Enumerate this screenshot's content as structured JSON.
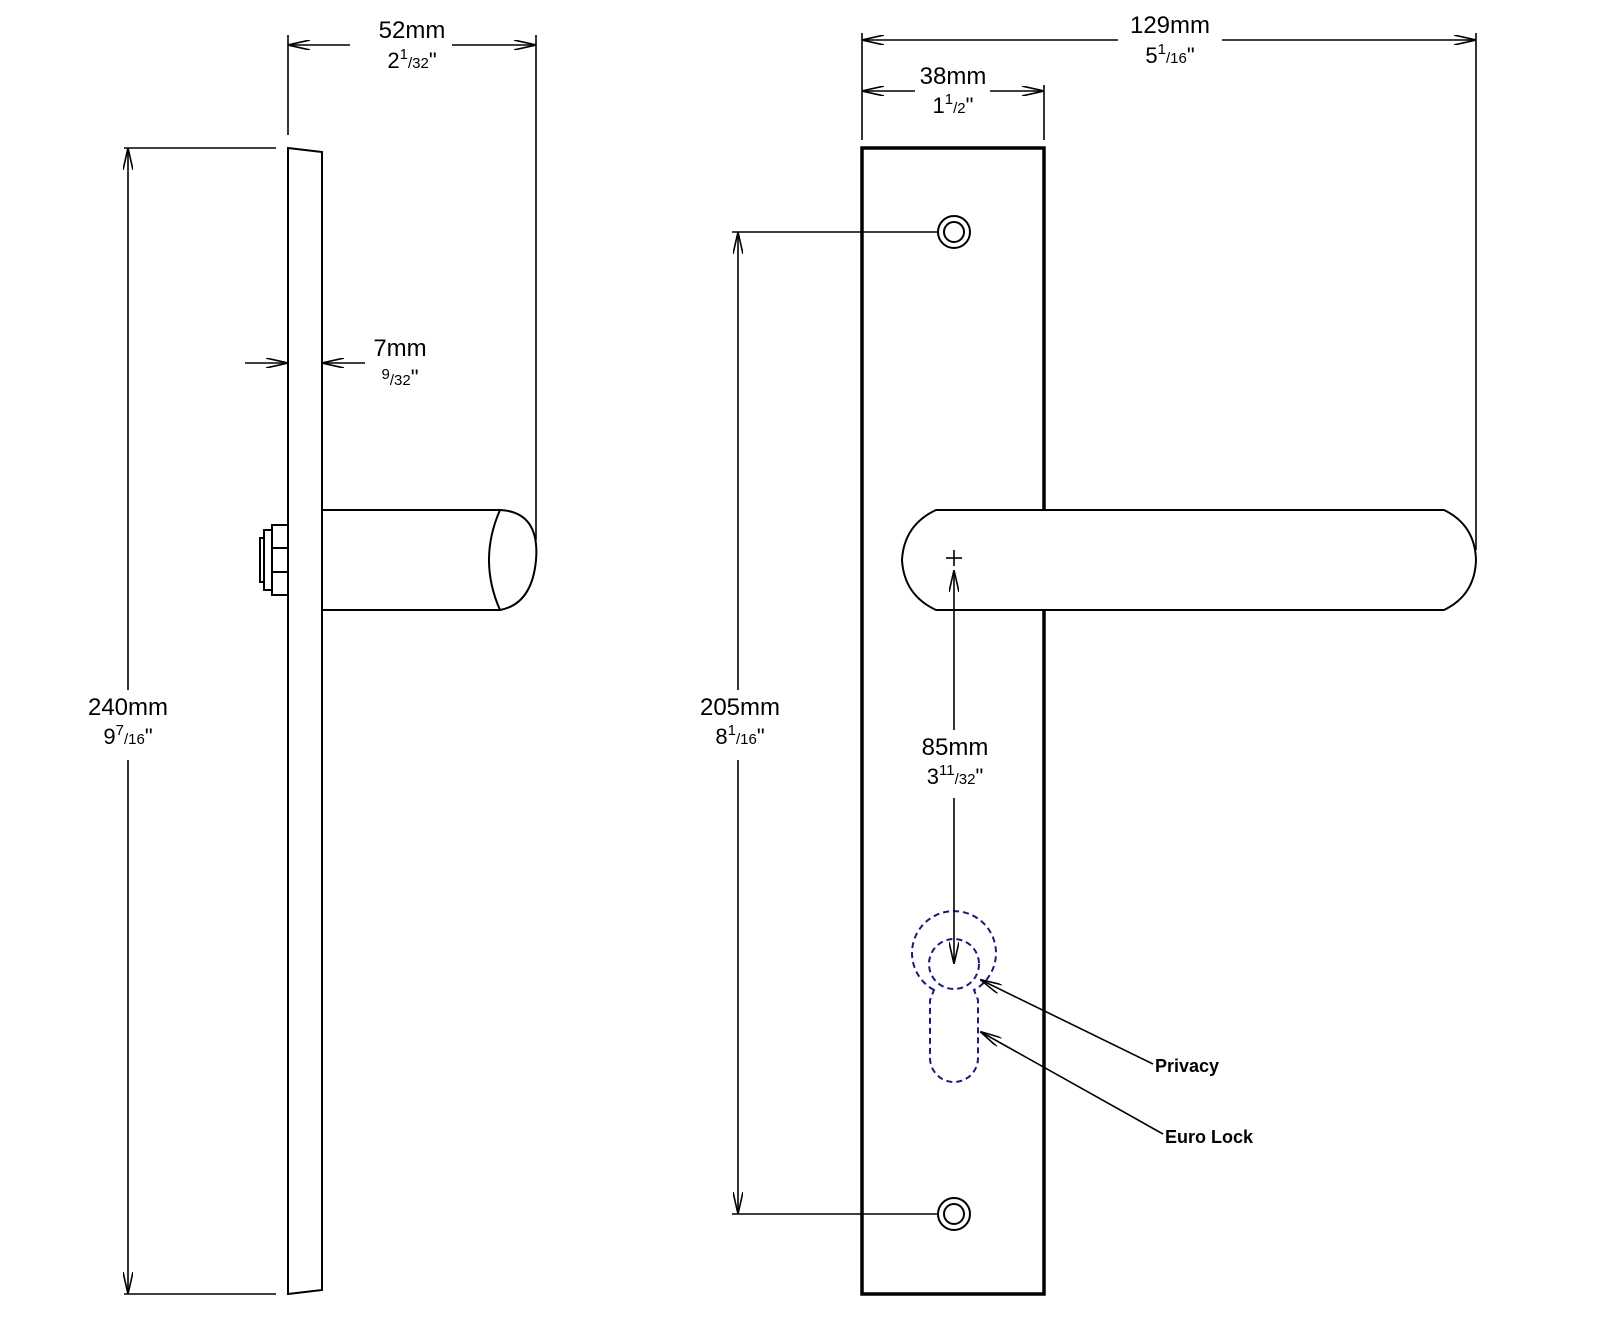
{
  "dimensions": {
    "side_width": {
      "mm": "52mm",
      "inch_whole": "2",
      "inch_num": "1",
      "inch_den": "32"
    },
    "thickness": {
      "mm": "7mm",
      "inch_whole": "",
      "inch_num": "9",
      "inch_den": "32"
    },
    "height": {
      "mm": "240mm",
      "inch_whole": "9",
      "inch_num": "7",
      "inch_den": "16"
    },
    "total_width": {
      "mm": "129mm",
      "inch_whole": "5",
      "inch_num": "1",
      "inch_den": "16"
    },
    "plate_width": {
      "mm": "38mm",
      "inch_whole": "1",
      "inch_num": "1",
      "inch_den": "2"
    },
    "hole_spacing": {
      "mm": "205mm",
      "inch_whole": "8",
      "inch_num": "1",
      "inch_den": "16"
    },
    "backset": {
      "mm": "85mm",
      "inch_whole": "3",
      "inch_num": "11",
      "inch_den": "32"
    }
  },
  "inch_mark": "\"",
  "callouts": {
    "privacy": "Privacy",
    "euro_lock": "Euro Lock"
  },
  "colors": {
    "line": "#000000",
    "hidden_outline": "#1a1a7a"
  }
}
